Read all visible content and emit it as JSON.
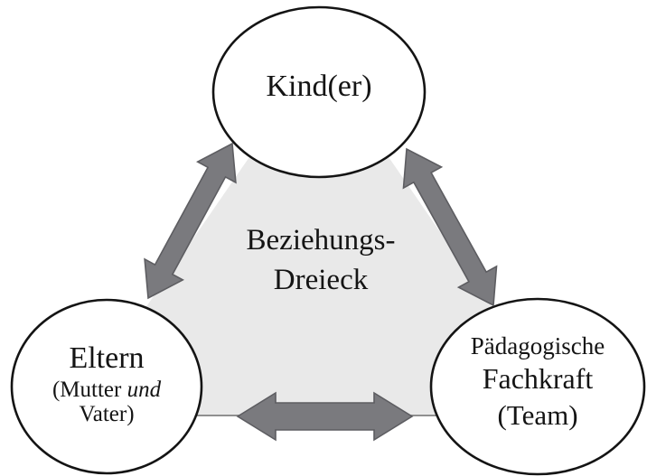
{
  "figure": {
    "center_label": {
      "line1": "Beziehungs-",
      "line2": "Dreieck"
    },
    "nodes": {
      "children": {
        "label": "Kind(er)"
      },
      "parents": {
        "label": "Eltern",
        "sub_prefix": "(Mutter",
        "sub_italic": "und",
        "sub_line2": "Vater)"
      },
      "professional": {
        "line1": "Pädagogische",
        "line2": "Fachkraft",
        "line3": "(Team)"
      }
    },
    "colors": {
      "background": "#ffffff",
      "triangle_fill": "#e9e9e9",
      "triangle_bottom_edge": "#8f8f8f",
      "arrow_fill": "#7a7a7e",
      "arrow_outline": "#5d5d61",
      "circle_outline": "#141414",
      "text": "#141414"
    }
  }
}
